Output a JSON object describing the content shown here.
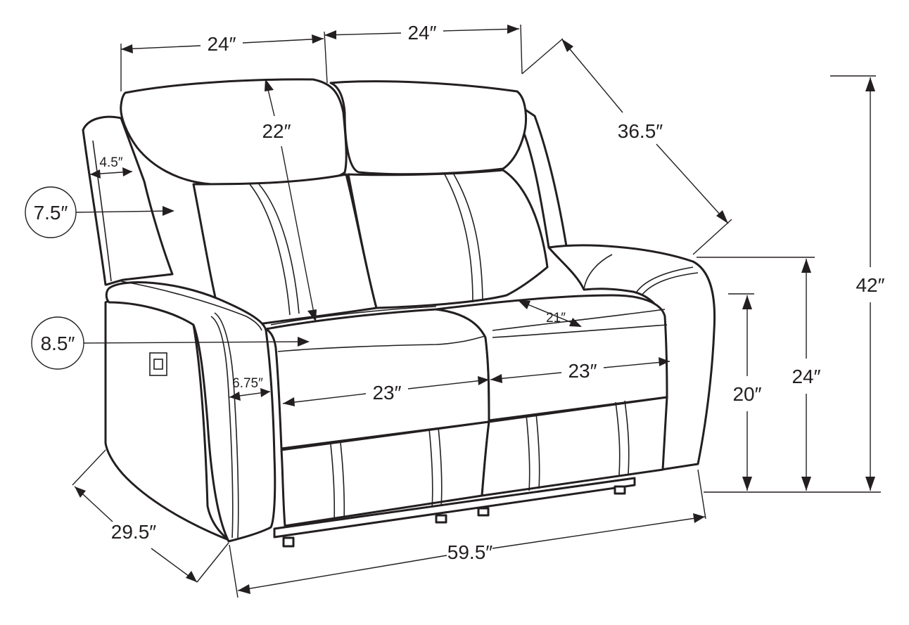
{
  "dimensions": {
    "back_left_width": "24″",
    "back_right_width": "24″",
    "overall_depth_diag": "36.5″",
    "back_height": "22″",
    "arm_width_top": "4.5″",
    "arm_height_callout": "7.5″",
    "seat_callout": "8.5″",
    "arm_inner": "6.75″",
    "seat_width_left": "23″",
    "seat_width_right": "23″",
    "seat_depth": "21″",
    "seat_height": "20″",
    "arm_height": "24″",
    "overall_height": "42″",
    "overall_depth": "29.5″",
    "overall_width": "59.5″"
  },
  "colors": {
    "line": "#231f20",
    "background": "#ffffff"
  },
  "icons": {
    "usb_port": "usb-port-icon"
  }
}
